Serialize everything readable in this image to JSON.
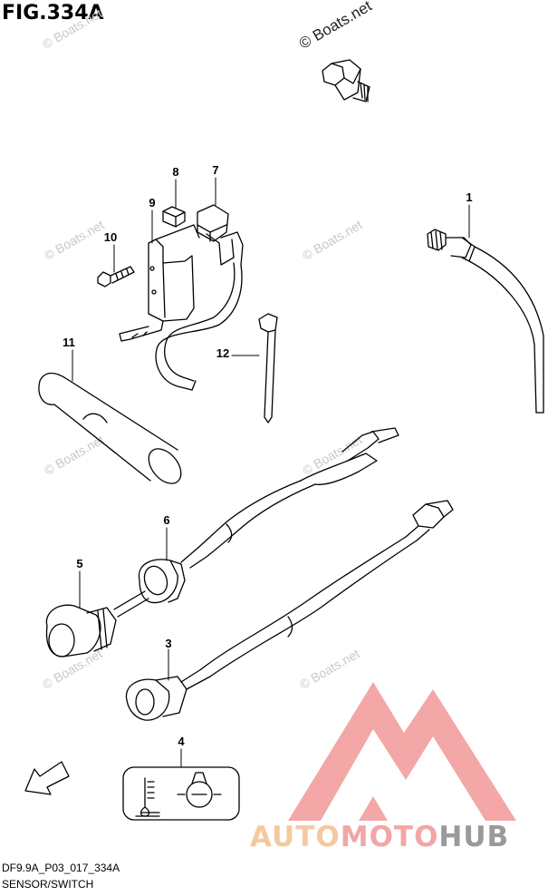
{
  "figure": {
    "title": "FIG.334A",
    "code": "DF9.9A_P03_017_334A",
    "subtitle": "SENSOR/SWITCH"
  },
  "watermark": {
    "top_text": "© Boats.net",
    "repeat_text": "© Boats.net"
  },
  "brand": {
    "part1": "AUTO",
    "part2": "MOTO",
    "part3": "HUB"
  },
  "callouts": [
    "1",
    "3",
    "4",
    "5",
    "6",
    "7",
    "8",
    "9",
    "10",
    "11",
    "12"
  ],
  "fwd_label": "FWD",
  "colors": {
    "line": "#000000",
    "watermark_triangle": "#f08a8a",
    "brand_auto": "#f5c9a0",
    "brand_moto": "#f2a6a6",
    "brand_hub": "#9a9a9a"
  }
}
